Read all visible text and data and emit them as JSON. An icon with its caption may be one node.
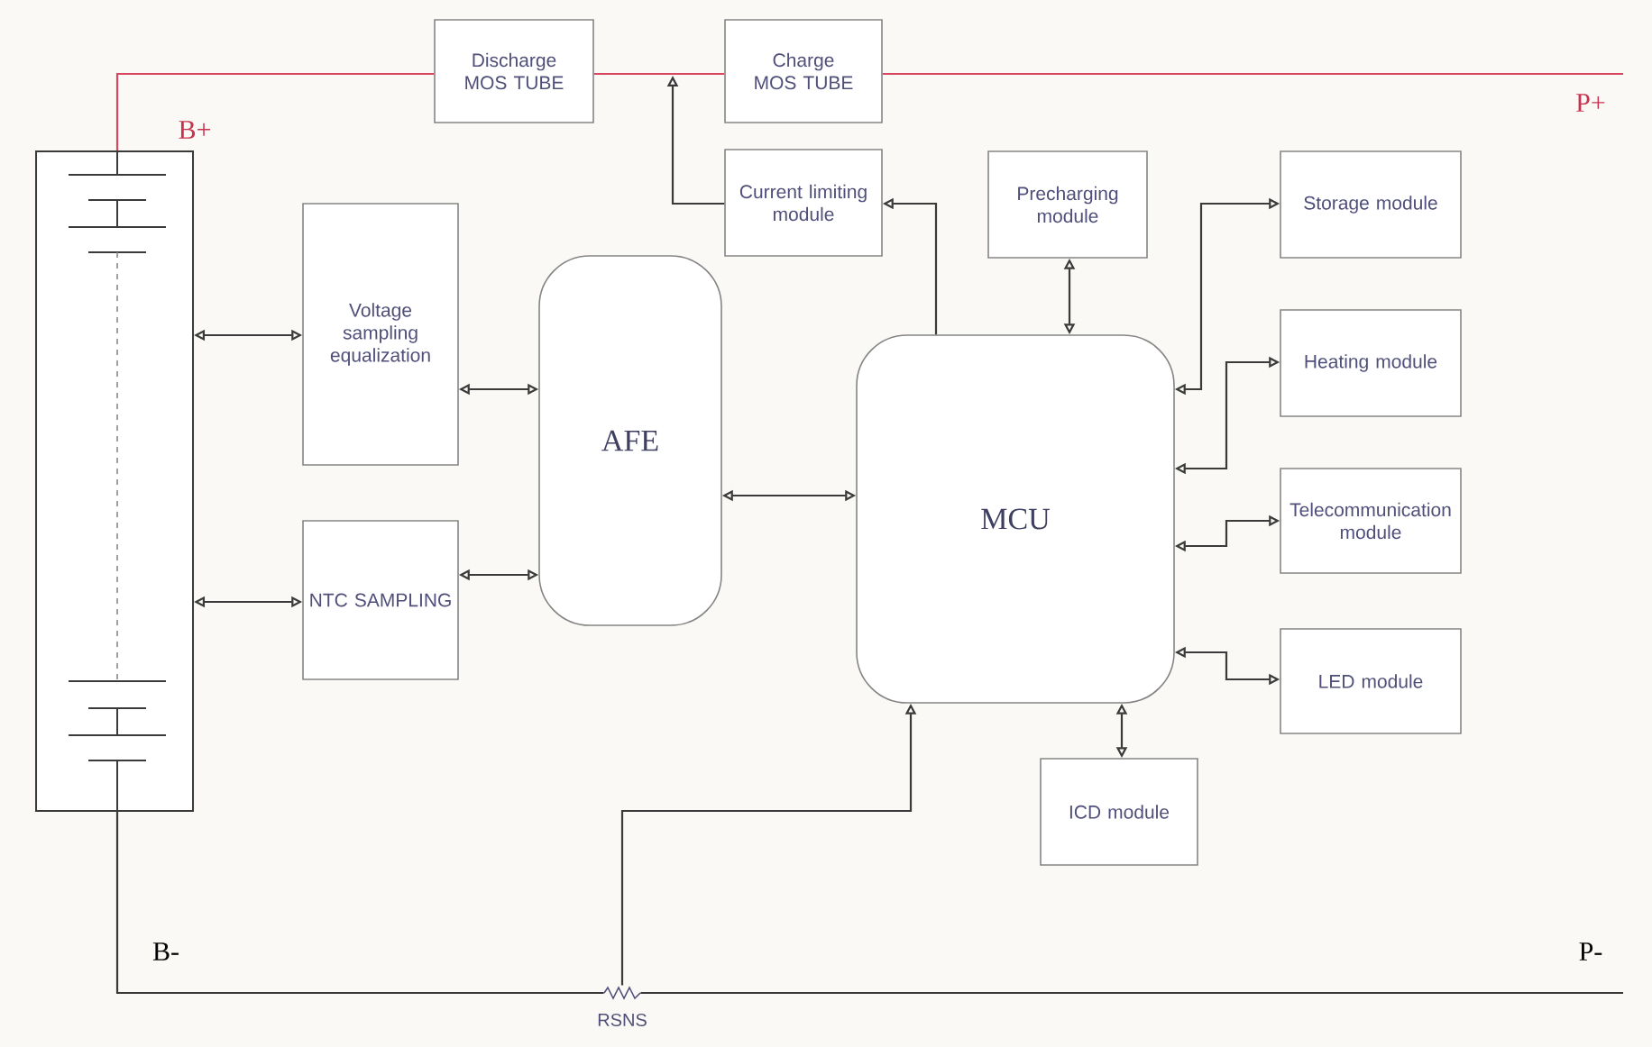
{
  "diagram": {
    "nodes": [
      {
        "text": [
          "Discharge MOS TUBE"
        ]
      },
      {
        "text": [
          "Charge MOS TUBE"
        ]
      },
      {
        "text": [],
        "shape": "box"
      },
      {
        "text": [
          "Voltage sampling equalization"
        ]
      },
      {
        "text": [
          "NTC SAMPLING"
        ]
      },
      {
        "text": [
          "AFE"
        ]
      },
      {
        "text": [
          "Current limiting module"
        ]
      },
      {
        "text": [
          "Precharging module"
        ]
      },
      {
        "text": [
          "MCU"
        ]
      },
      {
        "text": [
          "Storage module"
        ]
      },
      {
        "text": [
          "Heating module"
        ]
      },
      {
        "text": [
          "Telecommunication module"
        ]
      },
      {
        "text": [
          "LED module"
        ]
      },
      {
        "text": [
          "ICD module"
        ]
      },
      {
        "text": [],
        "shape": "resistor",
        "beside": [
          "RSNS"
        ]
      }
    ],
    "edges": [
      {
        "from": 2,
        "to": 3,
        "arrow": "both"
      },
      {
        "from": 2,
        "to": 4,
        "arrow": "both"
      },
      {
        "from": 3,
        "to": 5,
        "arrow": "both"
      },
      {
        "from": 4,
        "to": 5,
        "arrow": "both"
      },
      {
        "from": 5,
        "to": 8,
        "arrow": "both"
      },
      {
        "from": 8,
        "to": 6,
        "arrow": "to"
      },
      {
        "from": 6,
        "to": null,
        "arrow": "to"
      },
      {
        "from": 7,
        "to": 8,
        "arrow": "both"
      },
      {
        "from": 8,
        "to": 9,
        "arrow": "both"
      },
      {
        "from": 8,
        "to": 10,
        "arrow": "both"
      },
      {
        "from": 8,
        "to": 11,
        "arrow": "both"
      },
      {
        "from": 8,
        "to": 12,
        "arrow": "both"
      },
      {
        "from": 8,
        "to": 13,
        "arrow": "both"
      },
      {
        "from": 14,
        "to": 8,
        "arrow": "to"
      },
      {
        "from": 2,
        "to": 0,
        "arrow": "none",
        "color": "#d9475f"
      },
      {
        "from": 0,
        "to": 1,
        "arrow": "none",
        "color": "#d9475f"
      },
      {
        "from": 1,
        "to": null,
        "arrow": "none",
        "color": "#d9475f"
      },
      {
        "from": 2,
        "to": 14,
        "arrow": "none"
      },
      {
        "from": 14,
        "to": null,
        "arrow": "none"
      }
    ],
    "labels": [
      "B+",
      "P+",
      "B-",
      "P-"
    ]
  }
}
